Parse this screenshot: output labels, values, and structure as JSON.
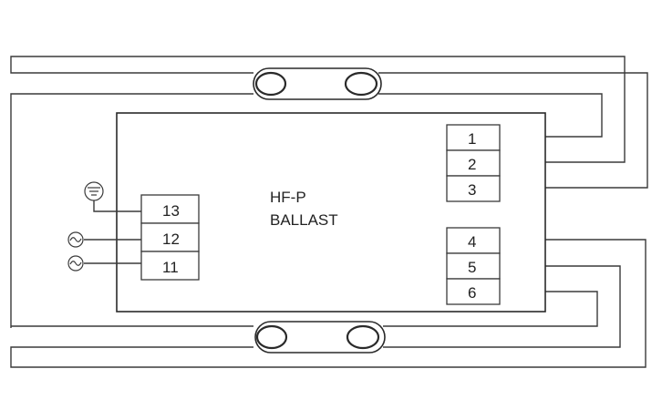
{
  "ballast": {
    "title_line1": "HF-P",
    "title_line2": "BALLAST"
  },
  "terminals": {
    "t1": "1",
    "t2": "2",
    "t3": "3",
    "t4": "4",
    "t5": "5",
    "t6": "6",
    "t11": "11",
    "t12": "12",
    "t13": "13"
  },
  "symbols": {
    "ground": "earth-ground-icon",
    "ac": "ac-sine-icon"
  }
}
